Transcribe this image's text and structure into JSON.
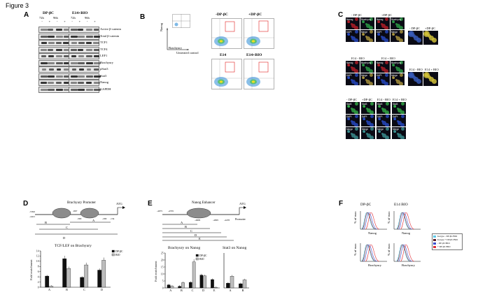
{
  "figure_title": "Figure 3",
  "panel_labels": {
    "A": "A",
    "B": "B",
    "C": "C",
    "D": "D",
    "E": "E",
    "F": "F"
  },
  "panelA": {
    "group1": "DP-βC",
    "group2": "E14+BIO",
    "times1": [
      "72h",
      "96h"
    ],
    "times2": [
      "72h",
      "96h"
    ],
    "signs": [
      "-",
      "+",
      "-",
      "+"
    ],
    "signs2": [
      "-",
      "+",
      "-",
      "+"
    ],
    "rows": [
      "Active β-catenin",
      "Total β-catenin",
      "TCF1",
      "TCF4",
      "LEF1",
      "Brachyury",
      "pStat3",
      "Stat3",
      "Nanog",
      "GAPDH"
    ],
    "colors": {
      "blot_bg": "#e8e8e8",
      "band": "#222222"
    }
  },
  "panelB": {
    "ylabel": "Nanog",
    "xlabel": "Brachyury",
    "untreated": "Untreated control",
    "titles": [
      "-DP-βC",
      "+DP-βC",
      "E14",
      "E14+BIO"
    ],
    "colors": {
      "gate": "#e01f1f",
      "dots": "#2a8ad6",
      "core": "#f0e020"
    }
  },
  "panelC": {
    "row1_titles": [
      "- DP-βC",
      "+DP-βC"
    ],
    "row1_extra": [
      "- DP-βC",
      "+DP-βC"
    ],
    "row2_titles": [
      "E14 - BIO",
      "E14 + BIO"
    ],
    "row2_extra": [
      "E14 - BIO",
      "E14 + BIO"
    ],
    "row3_titles": [
      "- DP-βC",
      "+DP-βC",
      "E14 - BIO",
      "E14 + BIO"
    ],
    "tile_a": [
      "Nanog",
      "Brachyury",
      "DAPI",
      "Merge"
    ],
    "tile_b": [
      "Stat3",
      "DAPI",
      "Merge"
    ]
  },
  "panelD": {
    "diagram_title": "Brachyury Promoter",
    "atg": "ATG",
    "positions": [
      "-5392",
      "-4421",
      "-897",
      "-300",
      "-200",
      "-134"
    ],
    "regions": [
      "B",
      "A",
      "C",
      "D"
    ],
    "chart_title": "TCF/LEF on Brachyury",
    "legend": [
      "DP-βC",
      "BIO"
    ],
    "ylabel": "Fold enrichment"
  },
  "panelE": {
    "diagram_title": "Nanog Enhancer",
    "atg": "ATG",
    "promoter": "Promoter",
    "positions": [
      "-4075",
      "-4705",
      "-4609",
      "-4095",
      "-4478"
    ],
    "regions": [
      "A",
      "B",
      "C",
      "D",
      "E"
    ],
    "chart_title_1": "Brachyury on Nanog",
    "chart_title_2": "Stat3 on Nanog",
    "legend": [
      "DP-βC",
      "BIO"
    ],
    "ylabel": "Fold enrichment"
  },
  "panelF": {
    "col_titles": [
      "DP-βC",
      "E14 BIO"
    ],
    "ylabel": "% of max",
    "xlabels": [
      "Nanog",
      "Nanog",
      "Brachyury",
      "Brachyury"
    ],
    "legend": [
      "Isotype - DP-βC/BIO",
      "Isotype + DP-βC/BIO",
      "- DP-βC/BIO",
      "+ DP-βC/BIO"
    ],
    "colors": [
      "#5ec8e8",
      "#5a1f2a",
      "#3a4fd0",
      "#e0303a"
    ]
  },
  "chart_data": [
    {
      "type": "bar",
      "title": "TCF/LEF on Brachyury",
      "ylabel": "Fold enrichment",
      "categories": [
        "A",
        "B",
        "C",
        "D"
      ],
      "ylim": [
        0,
        14
      ],
      "yticks": [
        0,
        2,
        4,
        6,
        8,
        10,
        12,
        14
      ],
      "series": [
        {
          "name": "DP-βC",
          "color": "#111111",
          "values": [
            4.3,
            11.0,
            3.8,
            6.6
          ]
        },
        {
          "name": "BIO",
          "color": "#bdbdbd",
          "values": [
            0.4,
            7.2,
            8.6,
            10.4
          ]
        }
      ]
    },
    {
      "type": "bar",
      "title": "Brachyury on Nanog",
      "ylabel": "Fold enrichment",
      "categories": [
        "A",
        "B",
        "C",
        "D",
        "E"
      ],
      "ylim": [
        0,
        25
      ],
      "yticks": [
        0,
        5,
        10,
        15,
        20,
        25
      ],
      "series": [
        {
          "name": "DP-βC",
          "color": "#111111",
          "values": [
            2.2,
            1.2,
            4.0,
            9.2,
            6.0
          ]
        },
        {
          "name": "BIO",
          "color": "#bdbdbd",
          "values": [
            1.3,
            3.8,
            18.6,
            8.6,
            0.4
          ]
        }
      ]
    },
    {
      "type": "bar",
      "title": "Stat3 on Nanog",
      "ylabel": "",
      "categories": [
        "A",
        "B"
      ],
      "ylim": [
        0,
        25
      ],
      "yticks": [],
      "series": [
        {
          "name": "DP-βC",
          "color": "#111111",
          "values": [
            3.4,
            3.0
          ]
        },
        {
          "name": "BIO",
          "color": "#bdbdbd",
          "values": [
            8.4,
            5.8
          ]
        }
      ]
    }
  ]
}
